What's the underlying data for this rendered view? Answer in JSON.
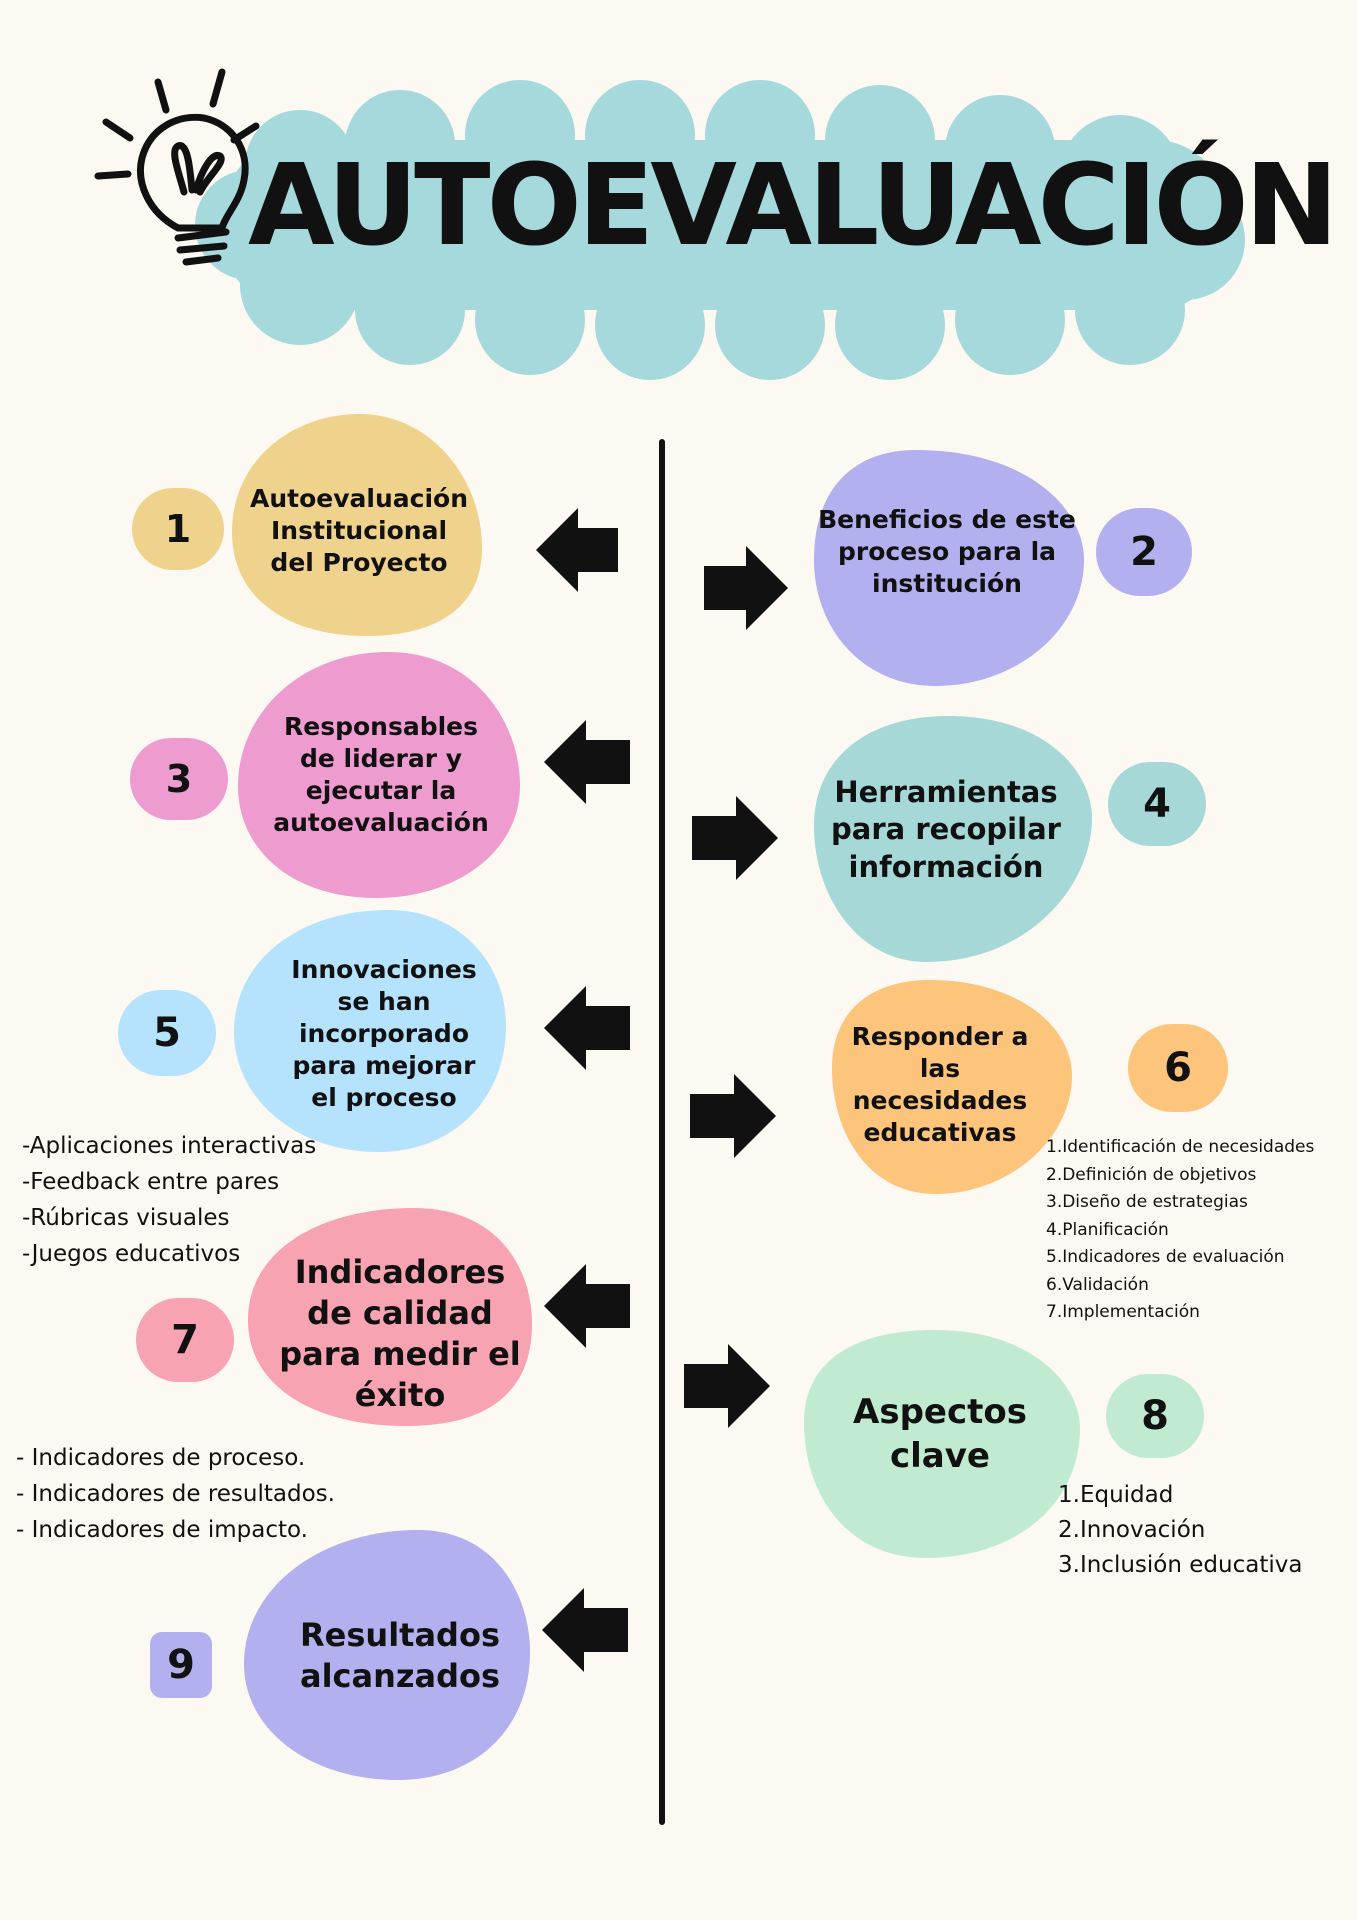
{
  "title": "AUTOEVALUACIÓN",
  "colors": {
    "background": "#fcf9f2",
    "cloud": "#a5d9dc",
    "yellow": "#efd38c",
    "lavender": "#b2b0ee",
    "pink": "#ee9ccf",
    "teal": "#a5d8d6",
    "lightblue": "#b5e2fc",
    "orange": "#fdc47c",
    "rose": "#f7a3b1",
    "mint": "#c1ebd0"
  },
  "nodes": [
    {
      "number": "1",
      "text": "Autoevaluación Institucional del Proyecto"
    },
    {
      "number": "2",
      "text": "Beneficios de este proceso para la institución"
    },
    {
      "number": "3",
      "text": "Responsables de liderar y ejecutar la autoevaluación"
    },
    {
      "number": "4",
      "text": "Herramientas para recopilar información"
    },
    {
      "number": "5",
      "text": "Innovaciones se han incorporado para mejorar el proceso"
    },
    {
      "number": "6",
      "text": "Responder a las necesidades educativas"
    },
    {
      "number": "7",
      "text": "Indicadores de calidad para medir el éxito"
    },
    {
      "number": "8",
      "text": "Aspectos clave"
    },
    {
      "number": "9",
      "text": "Resultados alcanzados"
    }
  ],
  "lists": {
    "innovations": [
      "-Aplicaciones interactivas",
      "-Feedback entre pares",
      "-Rúbricas visuales",
      "-Juegos educativos"
    ],
    "needs_steps": [
      "1.Identificación de necesidades",
      "2.Definición de objetivos",
      "3.Diseño de estrategias",
      "4.Planificación",
      "5.Indicadores de evaluación",
      "6.Validación",
      "7.Implementación"
    ],
    "indicators": [
      "- Indicadores de proceso.",
      "- Indicadores de resultados.",
      "- Indicadores de impacto."
    ],
    "key_aspects": [
      "1.Equidad",
      "2.Innovación",
      "3.Inclusión educativa"
    ]
  },
  "icons": [
    "lightbulb-icon",
    "arrow-left-icon",
    "arrow-right-icon"
  ]
}
